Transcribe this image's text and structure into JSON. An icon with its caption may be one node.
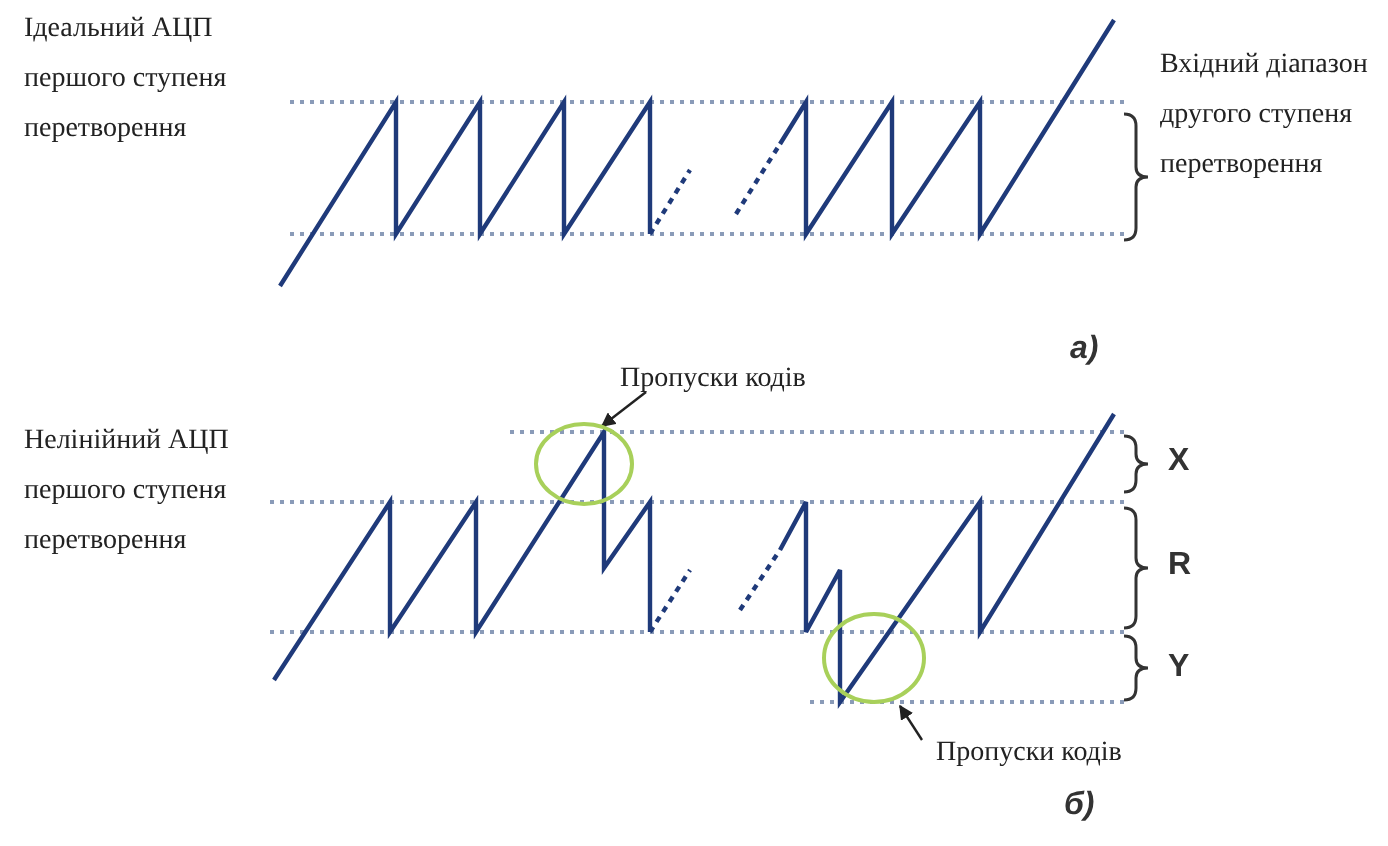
{
  "diagram": {
    "nodes": [
      {
        "text": [
          "Пропуски кодів"
        ]
      },
      {
        "text": [],
        "shape": "circle"
      },
      {
        "text": [
          "Пропуски кодів"
        ]
      },
      {
        "text": [],
        "shape": "circle"
      }
    ],
    "edges": [
      {
        "from": 0,
        "to": 1,
        "arrow": "to"
      },
      {
        "from": 2,
        "to": 3,
        "arrow": "to"
      }
    ],
    "labels": [
      "Ідеальний АЦП першого ступеня перетворення",
      "Вхідний діапазон другого ступеня перетворення",
      "а)",
      "Нелінійний АЦП першого ступеня перетворення",
      "X",
      "R",
      "Y",
      "б)"
    ]
  }
}
